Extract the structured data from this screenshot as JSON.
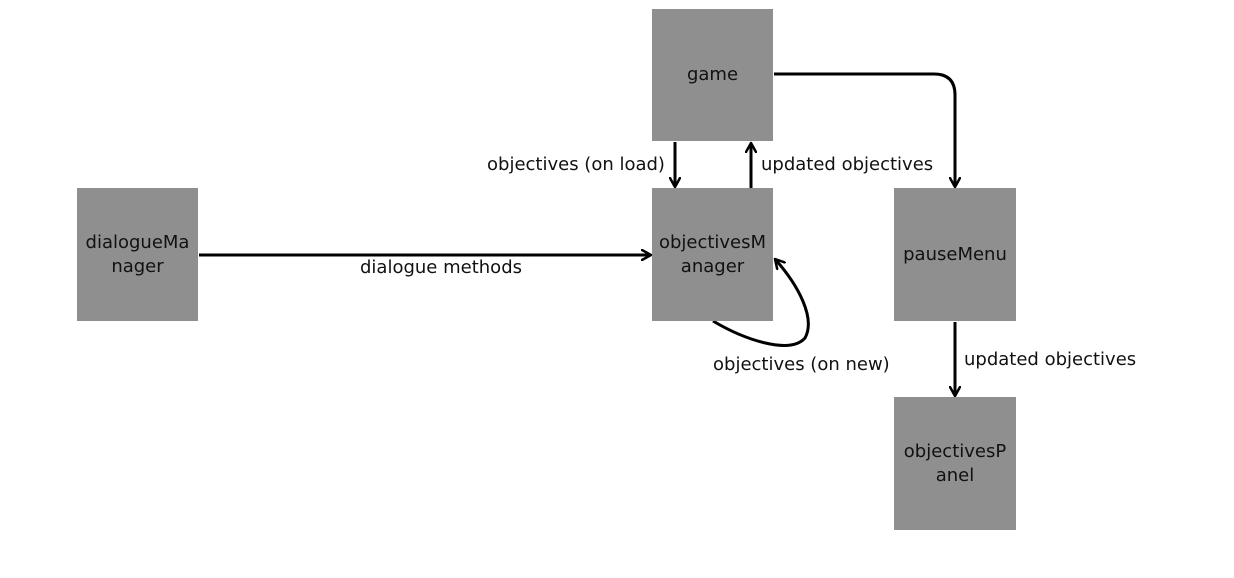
{
  "diagram": {
    "nodes": {
      "game": "game",
      "dialogue_manager": "dialogueMa\nnager",
      "objectives_manager": "objectivesM\nanager",
      "pause_menu": "pauseMenu",
      "objectives_panel": "objectivesP\nanel"
    },
    "edges": {
      "game_to_objectives_manager": "objectives (on load)",
      "objectives_manager_to_game": "updated objectives",
      "dialogue_to_objectives_manager": "dialogue methods",
      "objectives_manager_self": "objectives (on new)",
      "pause_menu_to_objectives_panel": "updated objectives"
    },
    "colors": {
      "node_fill": "#8f8f8f",
      "edge_stroke": "#000000",
      "background": "#ffffff"
    }
  }
}
